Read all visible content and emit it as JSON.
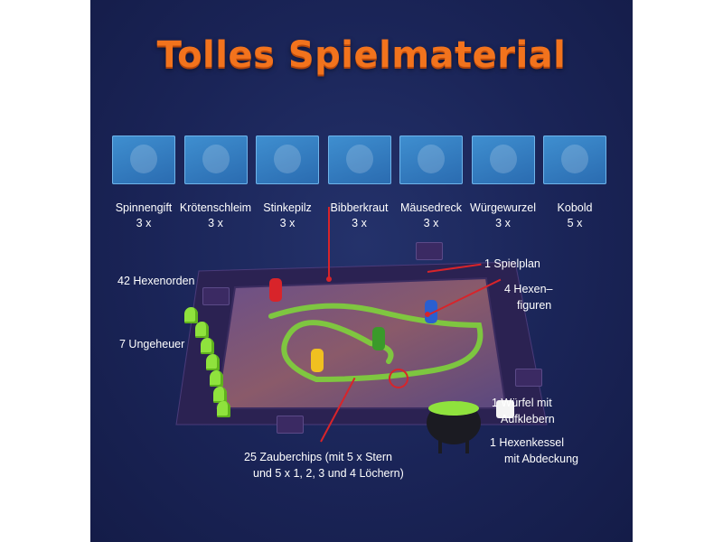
{
  "title": "Tolles Spielmaterial",
  "ingredients": [
    {
      "name": "Spinnengift",
      "count": "3 x",
      "icon": "spider-icon"
    },
    {
      "name": "Krötenschleim",
      "count": "3 x",
      "icon": "toad-icon"
    },
    {
      "name": "Stinkepilz",
      "count": "3 x",
      "icon": "mushroom-icon"
    },
    {
      "name": "Bibberkraut",
      "count": "3 x",
      "icon": "herb-icon"
    },
    {
      "name": "Mäusedreck",
      "count": "3 x",
      "icon": "rat-icon"
    },
    {
      "name": "Würgewurzel",
      "count": "3 x",
      "icon": "root-icon"
    },
    {
      "name": "Kobold",
      "count": "5 x",
      "icon": "goblin-icon"
    }
  ],
  "labels": {
    "hexenorden": "42 Hexenorden",
    "ungeheuer": "7 Ungeheuer",
    "spielplan": "1 Spielplan",
    "hexenfiguren_1": "4 Hexen–",
    "hexenfiguren_2": "figuren",
    "wuerfel_1": "1 Würfel mit",
    "wuerfel_2": "Aufklebern",
    "kessel_1": "1 Hexenkessel",
    "kessel_2": "mit Abdeckung",
    "chips_1": "25 Zauberchips (mit 5 x Stern",
    "chips_2": "und 5 x 1, 2, 3 und 4 Löchern)"
  },
  "colors": {
    "background": "#1a2457",
    "title": "#f2731d",
    "pointer": "#d8242a",
    "slime": "#8fe23d"
  }
}
